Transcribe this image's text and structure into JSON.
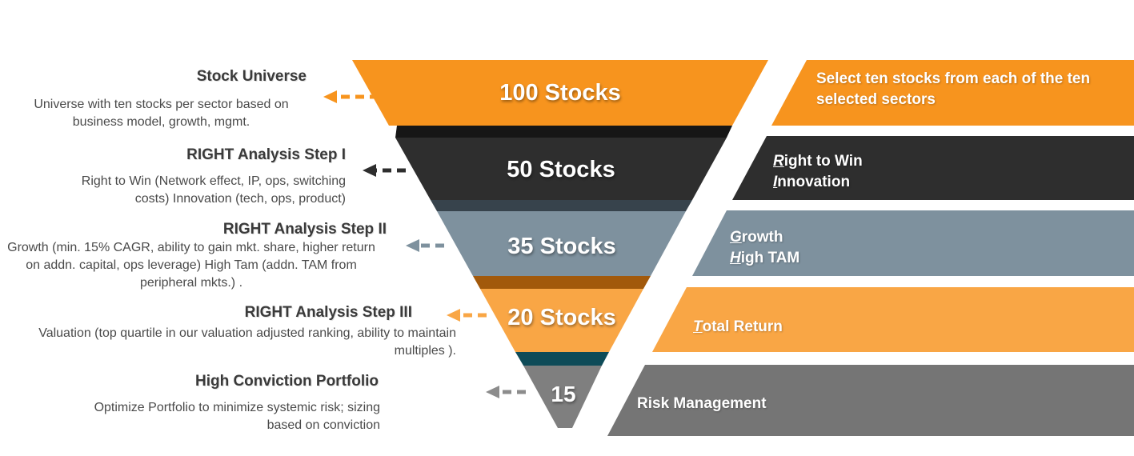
{
  "palette": {
    "orange": "#F7941E",
    "orange_light": "#F9A645",
    "charcoal": "#2E2E2E",
    "charcoal_band": "#161616",
    "slate": "#7E919E",
    "slate_band": "#37434C",
    "brown_band": "#A2590B",
    "teal_band": "#0E4B58",
    "grey": "#7F7F7F",
    "grey_bar": "#757575",
    "arrow_grey": "#8C8C8C",
    "title_text": "#3A3A3A",
    "desc_text": "#4A4A4A"
  },
  "left_labels": [
    {
      "title": "Stock Universe",
      "desc": "Universe with ten stocks per sector based on business model, growth, mgmt."
    },
    {
      "title": "RIGHT Analysis Step I",
      "desc": "Right to Win (Network effect, IP, ops, switching costs) Innovation (tech, ops, product)"
    },
    {
      "title": "RIGHT Analysis Step II",
      "desc": "Growth (min. 15% CAGR, ability to gain mkt. share, higher return on addn. capital, ops leverage) High Tam (addn. TAM from peripheral mkts.) ."
    },
    {
      "title": "RIGHT Analysis Step III",
      "desc": "Valuation (top quartile in our valuation adjusted ranking, ability to maintain multiples )."
    },
    {
      "title": "High Conviction Portfolio",
      "desc": "Optimize Portfolio to minimize systemic risk; sizing based on conviction"
    }
  ],
  "funnel": {
    "stages": [
      {
        "count": "100 Stocks"
      },
      {
        "count": "50 Stocks"
      },
      {
        "count": "35 Stocks"
      },
      {
        "count": "20 Stocks"
      },
      {
        "count": "15"
      }
    ]
  },
  "bars": [
    {
      "text": "Select ten stocks from each of the ten selected sectors"
    },
    {
      "lines": [
        {
          "lead": "R",
          "rest": "ight to Win"
        },
        {
          "lead": "I",
          "rest": "nnovation"
        }
      ]
    },
    {
      "lines": [
        {
          "lead": "G",
          "rest": "rowth"
        },
        {
          "lead": "H",
          "rest": "igh TAM"
        }
      ]
    },
    {
      "lines": [
        {
          "lead": "T",
          "rest": "otal Return"
        }
      ]
    },
    {
      "text": "Risk Management"
    }
  ]
}
